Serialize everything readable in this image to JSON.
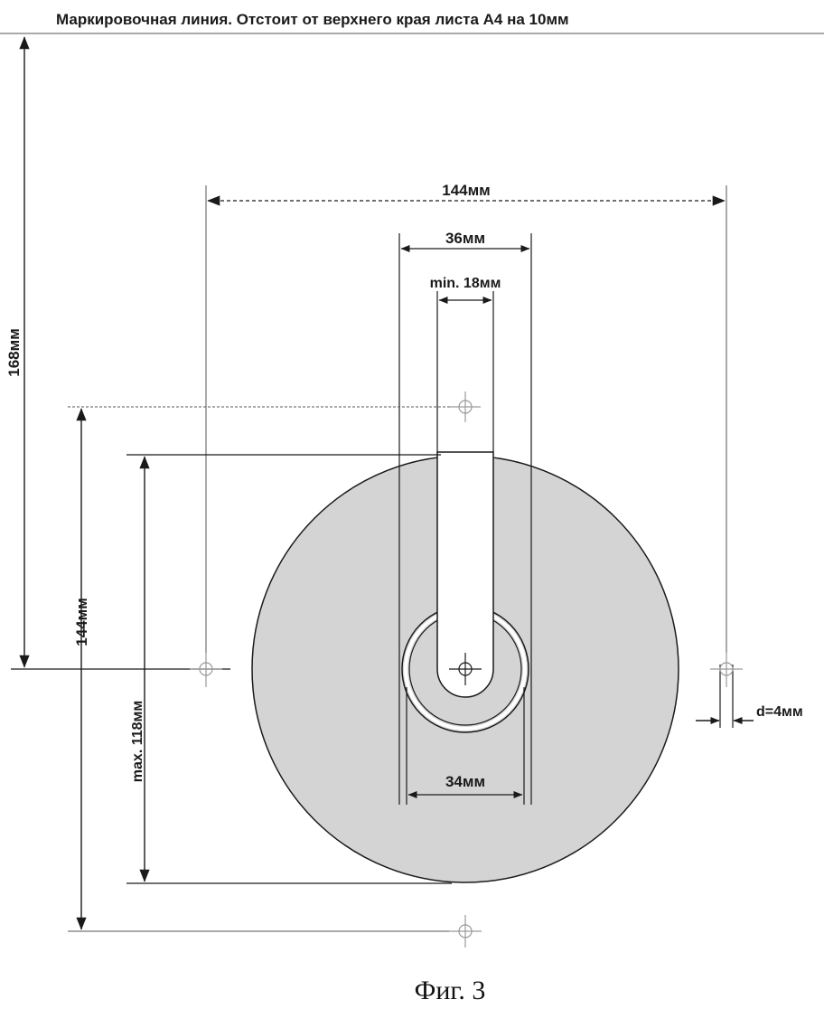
{
  "header": {
    "marking_line_label": "Маркировочная линия. Отстоит от верхнего края листа А4 на 10мм"
  },
  "dimensions": {
    "overall_width": "144мм",
    "slot_outer_width": "36мм",
    "slot_min_width": "min. 18мм",
    "total_height": "168мм",
    "hole_spacing_vertical": "144мм",
    "max_disc_height": "max. 118мм",
    "hub_diameter": "34мм",
    "hole_diameter": "d=4мм"
  },
  "caption": "Фиг. 3",
  "colors": {
    "disc_fill": "#d4d4d4",
    "line": "#1a1a1a",
    "thin_line": "#555555",
    "hole_mark": "#9a9a9a"
  }
}
